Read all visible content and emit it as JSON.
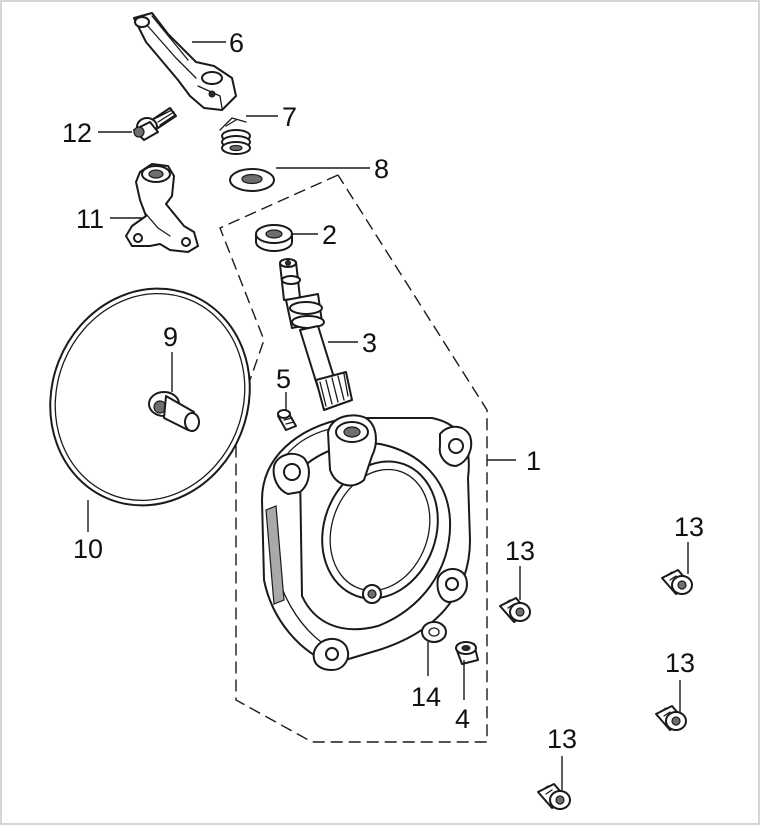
{
  "callouts": [
    {
      "id": "1",
      "text": "1"
    },
    {
      "id": "2",
      "text": "2"
    },
    {
      "id": "3",
      "text": "3"
    },
    {
      "id": "4",
      "text": "4"
    },
    {
      "id": "5",
      "text": "5"
    },
    {
      "id": "6",
      "text": "6"
    },
    {
      "id": "7",
      "text": "7"
    },
    {
      "id": "8",
      "text": "8"
    },
    {
      "id": "9",
      "text": "9"
    },
    {
      "id": "10",
      "text": "10"
    },
    {
      "id": "11",
      "text": "11"
    },
    {
      "id": "12",
      "text": "12"
    },
    {
      "id": "13a",
      "text": "13"
    },
    {
      "id": "13b",
      "text": "13"
    },
    {
      "id": "13c",
      "text": "13"
    },
    {
      "id": "13d",
      "text": "13"
    },
    {
      "id": "14",
      "text": "14"
    }
  ],
  "colors": {
    "line": "#1a1a1a",
    "fill": "#ffffff",
    "shade": "#6e6e6e"
  }
}
